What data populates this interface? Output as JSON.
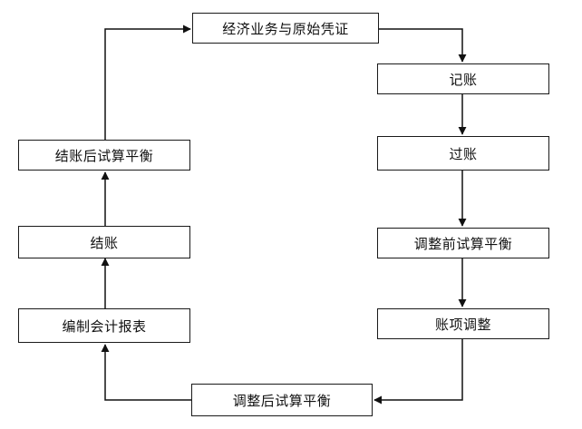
{
  "nodes": {
    "n1": "经济业务与原始凭证",
    "n2": "记账",
    "n3": "过账",
    "n4": "调整前试算平衡",
    "n5": "账项调整",
    "n6": "调整后试算平衡",
    "n7": "编制会计报表",
    "n8": "结账",
    "n9": "结账后试算平衡"
  },
  "edges": [
    {
      "from": "n1",
      "to": "n2"
    },
    {
      "from": "n2",
      "to": "n3"
    },
    {
      "from": "n3",
      "to": "n4"
    },
    {
      "from": "n4",
      "to": "n5"
    },
    {
      "from": "n5",
      "to": "n6"
    },
    {
      "from": "n6",
      "to": "n7"
    },
    {
      "from": "n7",
      "to": "n8"
    },
    {
      "from": "n8",
      "to": "n9"
    },
    {
      "from": "n9",
      "to": "n1"
    }
  ]
}
